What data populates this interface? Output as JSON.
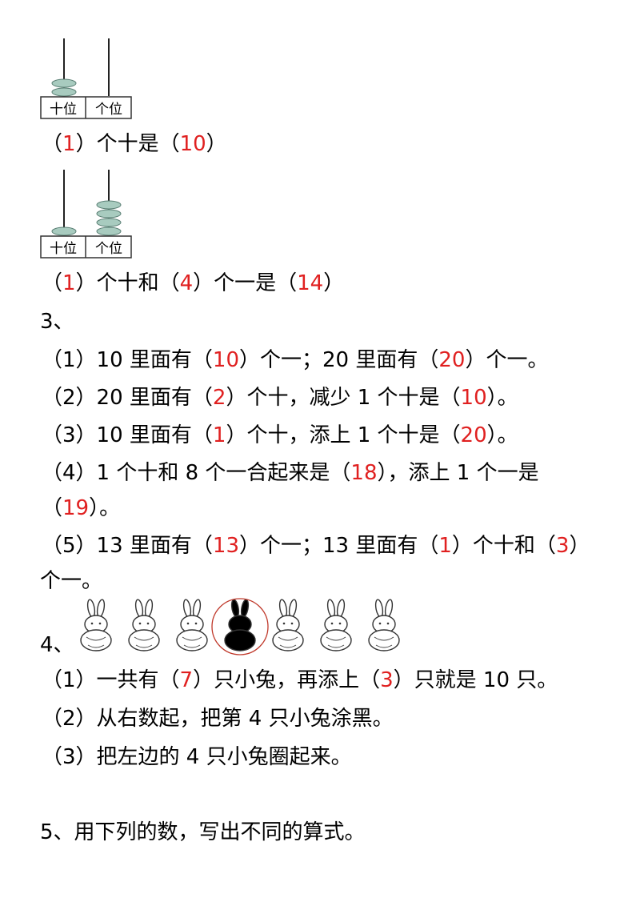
{
  "colors": {
    "answer": "#e02020",
    "bead": "#a8cbbf",
    "bead_stroke": "#5a7f74"
  },
  "abacus1": {
    "tens_label": "十位",
    "ones_label": "个位",
    "tens_beads": 2,
    "ones_beads": 0
  },
  "abacus2": {
    "tens_label": "十位",
    "ones_label": "个位",
    "tens_beads": 1,
    "ones_beads": 4
  },
  "lines": {
    "l1": {
      "p1": "（",
      "a1": "1",
      "p2": "）个十是（",
      "a2": "10",
      "p3": "）"
    },
    "l2": {
      "p1": "（",
      "a1": "1",
      "p2": "）个十和（",
      "a2": "4",
      "p3": "）个一是（",
      "a3": "14",
      "p4": "）"
    },
    "s3": "3、",
    "q31": {
      "p1": "（1）10 里面有（",
      "a1": "10",
      "p2": "）个一；20 里面有（",
      "a2": "20",
      "p3": "）个一。"
    },
    "q32": {
      "p1": "（2）20 里面有（",
      "a1": "2",
      "p2": "）个十，减少 1 个十是（",
      "a2": "10",
      "p3": "）。"
    },
    "q33": {
      "p1": "（3）10 里面有（",
      "a1": "1",
      "p2": "）个十，添上 1 个十是（",
      "a2": "20",
      "p3": "）。"
    },
    "q34a": {
      "p1": "（4）1 个十和 8 个一合起来是（",
      "a1": "18",
      "p2": "），添上 1 个一是"
    },
    "q34b": {
      "p1": "（",
      "a1": "19",
      "p2": "）。"
    },
    "q35a": {
      "p1": "（5）13 里面有（",
      "a1": "13",
      "p2": "）个一；13 里面有（",
      "a2": "1",
      "p3": "）个十和（",
      "a3": "3",
      "p4": "）"
    },
    "q35b": "个一。",
    "s4": "4、",
    "q41": {
      "p1": "（1）一共有（",
      "a1": "7",
      "p2": "）只小兔，再添上（",
      "a2": "3",
      "p3": "）只就是 10 只。"
    },
    "q42": "（2）从右数起，把第 4 只小兔涂黑。",
    "q43": "（3）把左边的 4 只小兔圈起来。",
    "s5": "5、用下列的数，写出不同的算式。"
  },
  "bunnies": {
    "count": 7,
    "blackened_index": 4,
    "circled_index": 4
  }
}
